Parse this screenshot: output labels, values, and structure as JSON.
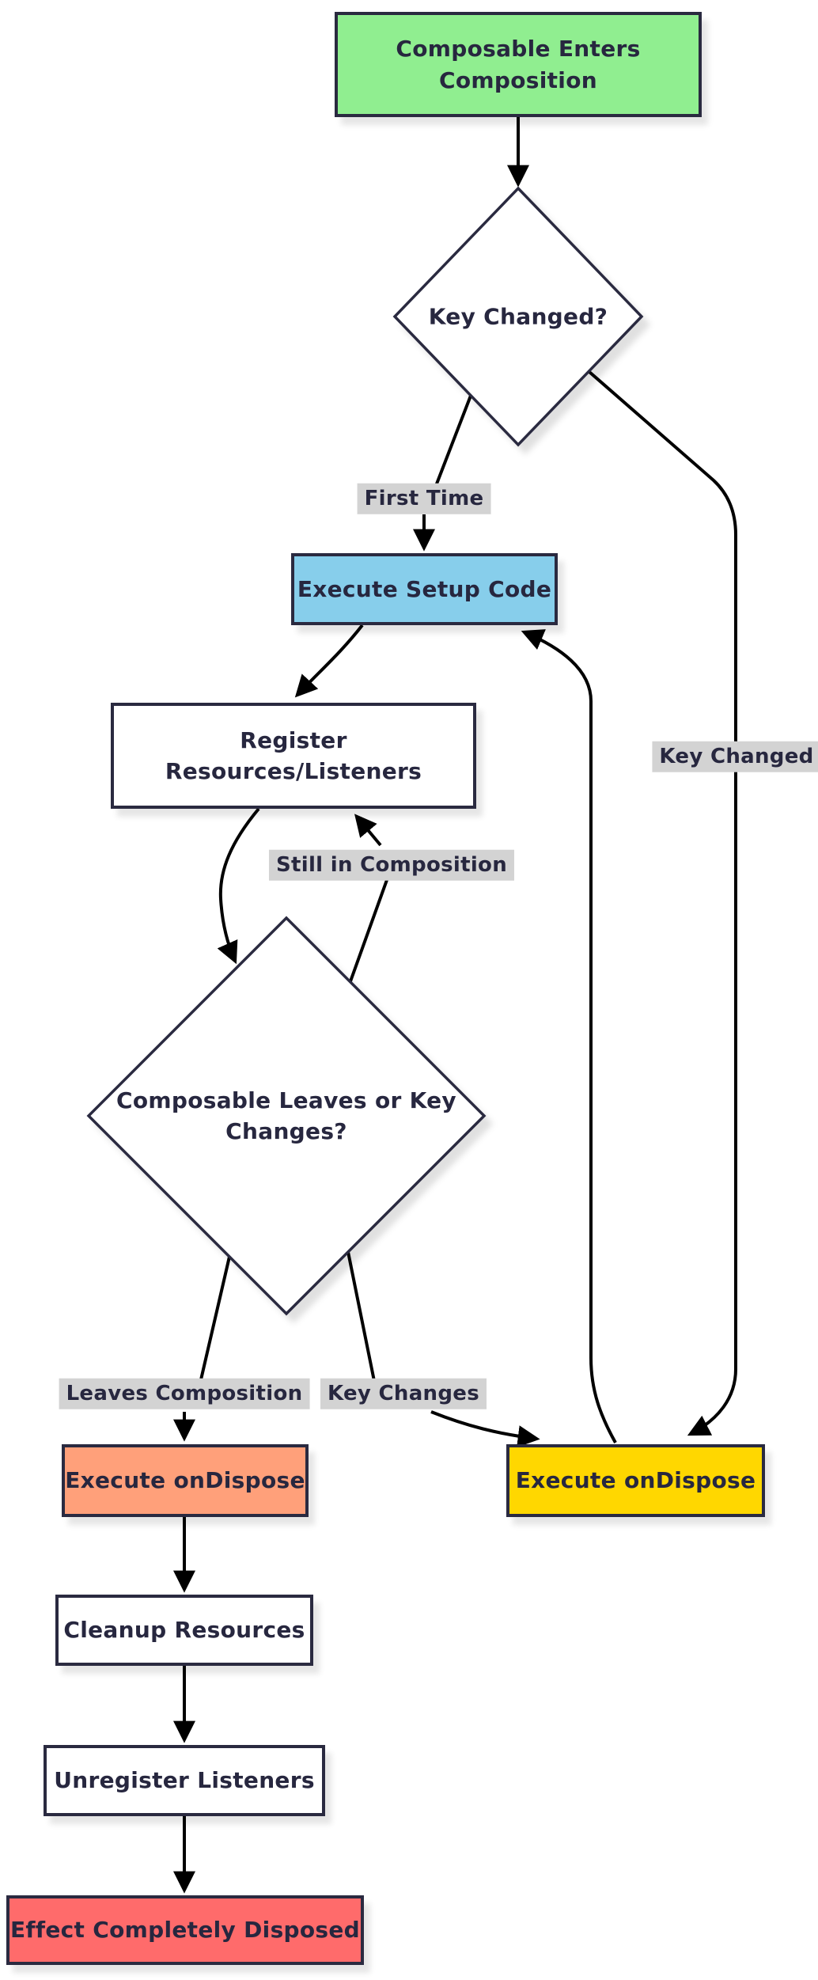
{
  "diagram": {
    "type": "flowchart",
    "direction": "top-down",
    "background": "#ffffff",
    "colors": {
      "node_border": "#2a2a40",
      "node_text": "#27273f",
      "edge": "#000000",
      "label_bg": "#d3d3d3",
      "label_text": "#27273f",
      "white": "#ffffff"
    },
    "nodes": {
      "enters": {
        "label": "Composable Enters Composition",
        "fill": "#90ee90",
        "shape": "rect"
      },
      "key_changed": {
        "label": "Key Changed?",
        "fill": "#ffffff",
        "shape": "diamond"
      },
      "setup": {
        "label": "Execute Setup Code",
        "fill": "#87ceeb",
        "shape": "rect"
      },
      "register": {
        "label": "Register Resources/Listeners",
        "fill": "#ffffff",
        "shape": "rect"
      },
      "leaves_or_key": {
        "label": "Composable Leaves or Key Changes?",
        "fill": "#ffffff",
        "shape": "diamond"
      },
      "dispose_left": {
        "label": "Execute onDispose",
        "fill": "#ffa07a",
        "shape": "rect"
      },
      "dispose_right": {
        "label": "Execute onDispose",
        "fill": "#ffd700",
        "shape": "rect"
      },
      "cleanup": {
        "label": "Cleanup Resources",
        "fill": "#ffffff",
        "shape": "rect"
      },
      "unregister": {
        "label": "Unregister Listeners",
        "fill": "#ffffff",
        "shape": "rect"
      },
      "disposed": {
        "label": "Effect Completely Disposed",
        "fill": "#ff6b6b",
        "shape": "rect"
      }
    },
    "edge_labels": {
      "first_time": "First Time",
      "still_in_composition": "Still in Composition",
      "leaves_composition": "Leaves Composition",
      "key_changes": "Key Changes",
      "key_changed": "Key Changed"
    },
    "edges": [
      {
        "from": "Composable Enters Composition",
        "to": "Key Changed?",
        "label": ""
      },
      {
        "from": "Key Changed?",
        "to": "Execute Setup Code",
        "label": "First Time"
      },
      {
        "from": "Key Changed?",
        "to": "Execute onDispose (right)",
        "label": "Key Changed"
      },
      {
        "from": "Execute Setup Code",
        "to": "Register Resources/Listeners",
        "label": ""
      },
      {
        "from": "Register Resources/Listeners",
        "to": "Composable Leaves or Key Changes?",
        "label": ""
      },
      {
        "from": "Composable Leaves or Key Changes?",
        "to": "Register Resources/Listeners",
        "label": "Still in Composition"
      },
      {
        "from": "Composable Leaves or Key Changes?",
        "to": "Execute onDispose (left)",
        "label": "Leaves Composition"
      },
      {
        "from": "Composable Leaves or Key Changes?",
        "to": "Execute onDispose (right)",
        "label": "Key Changes"
      },
      {
        "from": "Execute onDispose (right)",
        "to": "Execute Setup Code",
        "label": ""
      },
      {
        "from": "Execute onDispose (left)",
        "to": "Cleanup Resources",
        "label": ""
      },
      {
        "from": "Cleanup Resources",
        "to": "Unregister Listeners",
        "label": ""
      },
      {
        "from": "Unregister Listeners",
        "to": "Effect Completely Disposed",
        "label": ""
      }
    ]
  }
}
